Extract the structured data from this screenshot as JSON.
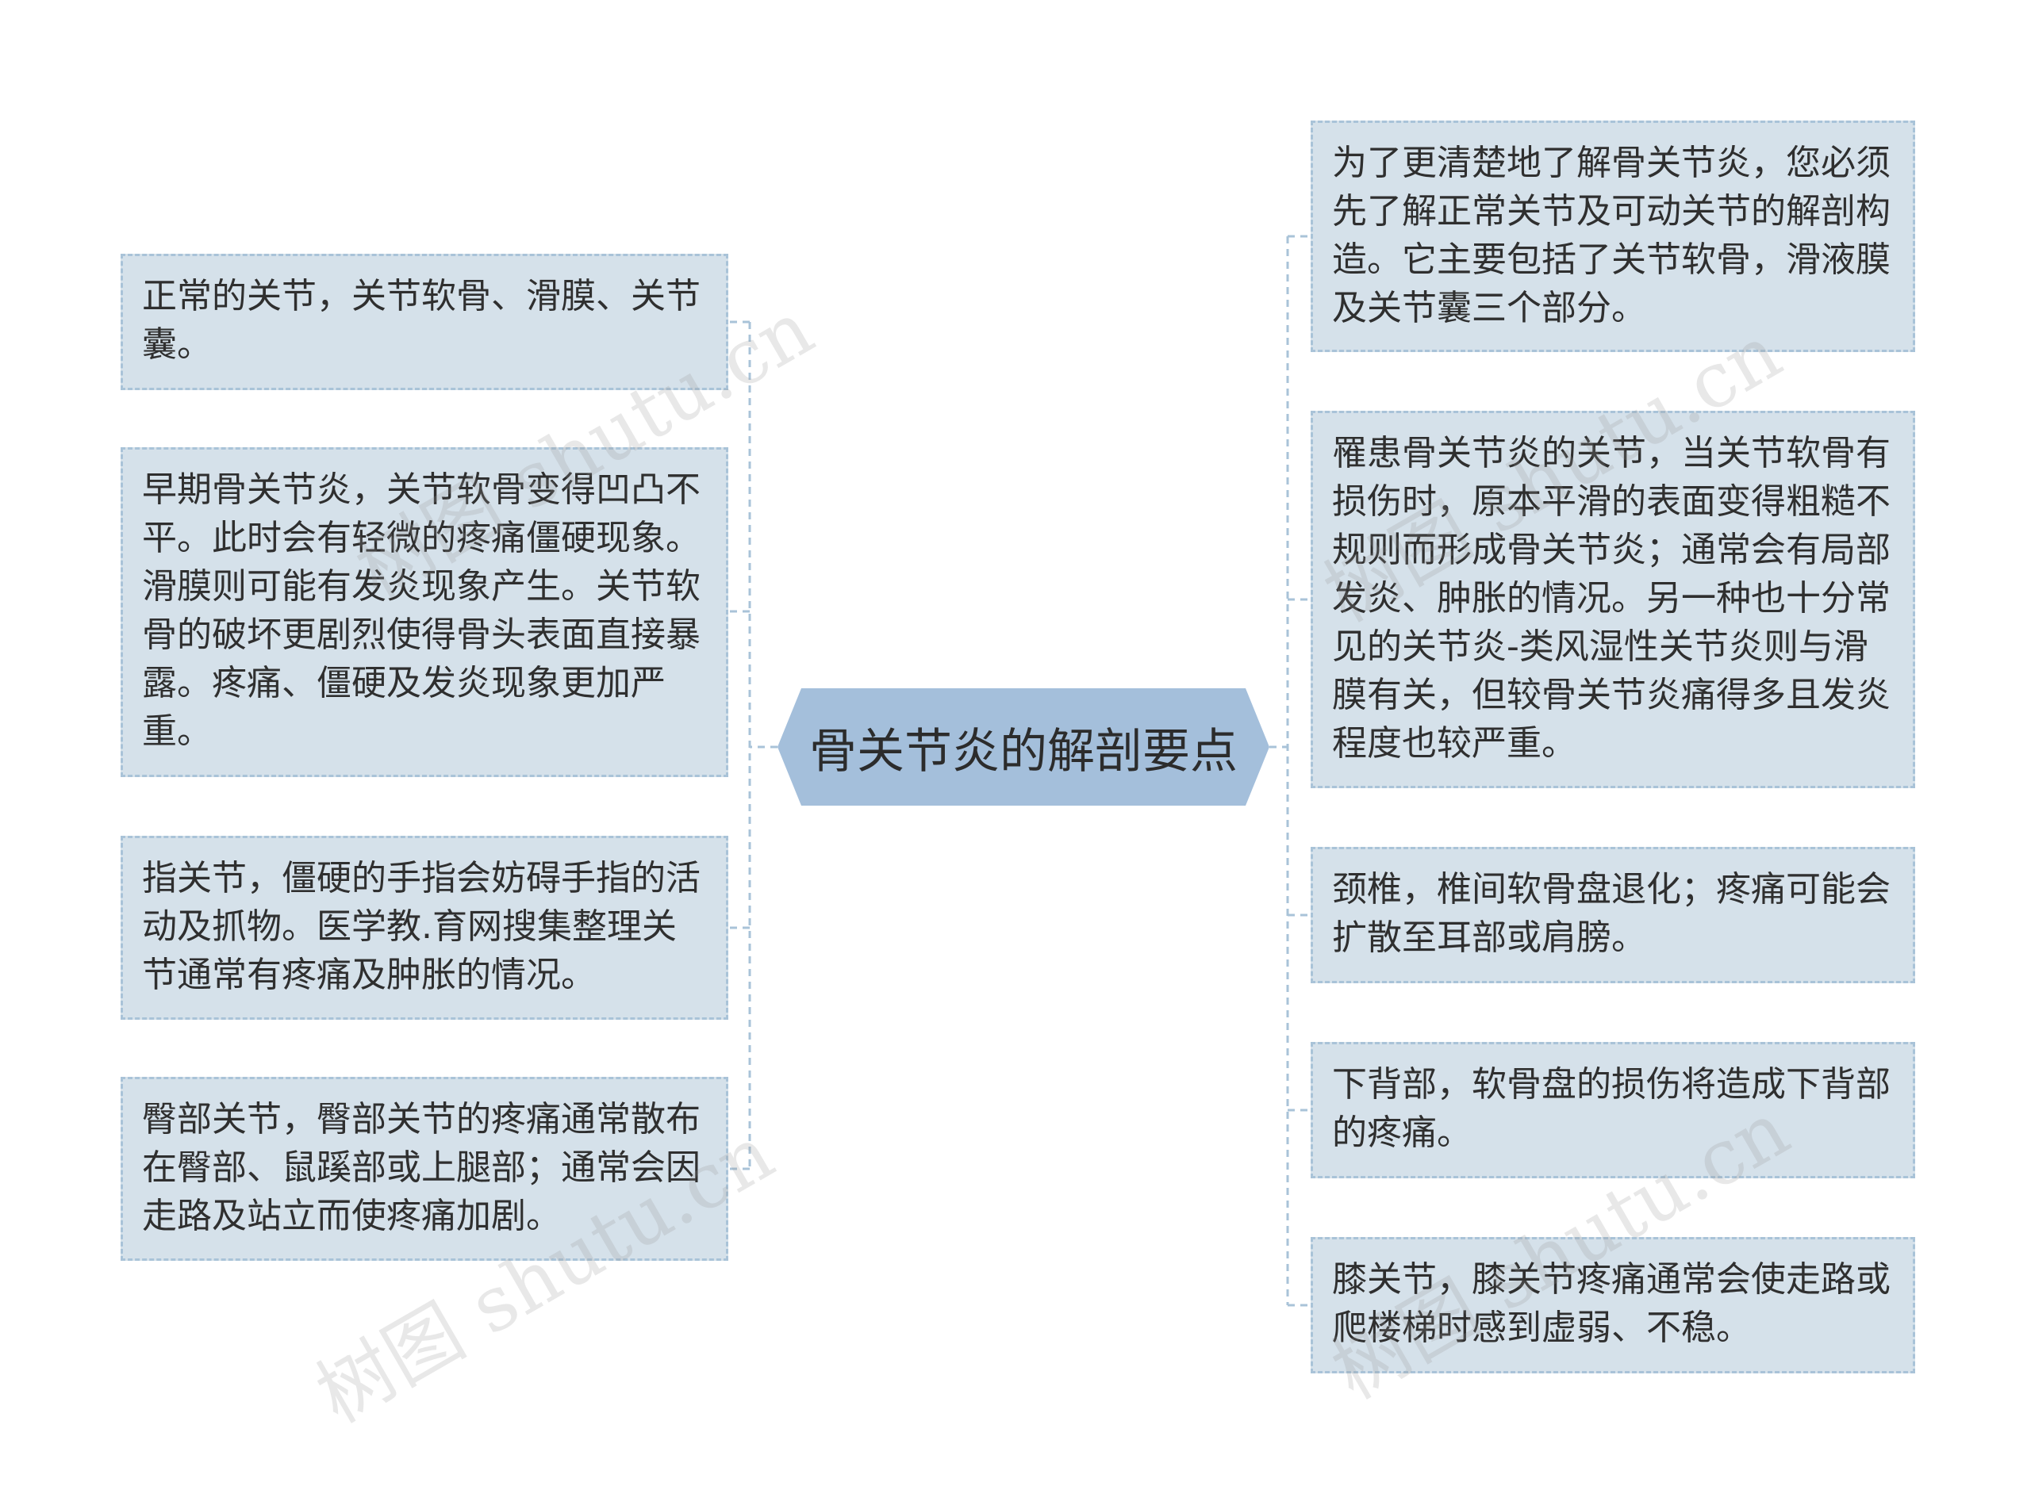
{
  "center": {
    "label": "骨关节炎的解剖要点"
  },
  "left_nodes": [
    {
      "text": "正常的关节，关节软骨、滑膜、关节囊。"
    },
    {
      "text": "早期骨关节炎，关节软骨变得凹凸不平。此时会有轻微的疼痛僵硬现象。滑膜则可能有发炎现象产生。关节软骨的破坏更剧烈使得骨头表面直接暴露。疼痛、僵硬及发炎现象更加严重。"
    },
    {
      "text": "指关节，僵硬的手指会妨碍手指的活动及抓物。医学教.育网搜集整理关节通常有疼痛及肿胀的情况。"
    },
    {
      "text": "臀部关节，臀部关节的疼痛通常散布在臀部、鼠蹊部或上腿部；通常会因走路及站立而使疼痛加剧。"
    }
  ],
  "right_nodes": [
    {
      "text": "为了更清楚地了解骨关节炎，您必须先了解正常关节及可动关节的解剖构造。它主要包括了关节软骨，滑液膜及关节囊三个部分。"
    },
    {
      "text": "罹患骨关节炎的关节，当关节软骨有损伤时，原本平滑的表面变得粗糙不规则而形成骨关节炎；通常会有局部发炎、肿胀的情况。另一种也十分常见的关节炎-类风湿性关节炎则与滑膜有关，但较骨关节炎痛得多且发炎程度也较严重。"
    },
    {
      "text": "颈椎，椎间软骨盘退化；疼痛可能会扩散至耳部或肩膀。"
    },
    {
      "text": "下背部，软骨盘的损伤将造成下背部的疼痛。"
    },
    {
      "text": "膝关节，膝关节疼痛通常会使走路或爬楼梯时感到虚弱、不稳。"
    }
  ],
  "watermark": "树图 shutu.cn",
  "colors": {
    "center_fill": "#a4bfdb",
    "node_fill": "#d5e1ea",
    "node_border": "#a9c3d8",
    "connector": "#a9c3d8",
    "text": "#2f2f2f"
  }
}
